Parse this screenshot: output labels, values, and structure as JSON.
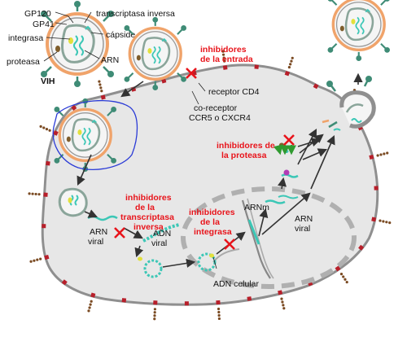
{
  "colors": {
    "cell_fill": "#e7e7e7",
    "cell_border": "#8f8f8f",
    "envelope": "#f0a36a",
    "virus_fill": "#f5f5f5",
    "capsid": "#8aa59a",
    "spike": "#3f8c76",
    "rna": "#3cc7b6",
    "dna": "#cfeede",
    "inhibitor": "#e8141b",
    "x_mark": "#e8141b",
    "receptor": "#b81f2a",
    "receptor_tip": "#7a4a22",
    "integrase_dot": "#e2e03c",
    "protease_dot": "#7f5d2c",
    "arrow": "#333333",
    "endosome_border": "#2b3bd6"
  },
  "virion_legend": {
    "gp120": "GP120",
    "gp41": "GP41",
    "transcriptase": "transcriptasa inversa",
    "integrase": "integrasa",
    "capsid": "cápside",
    "protease": "proteasa",
    "rna": "ARN",
    "virus_name": "VIH"
  },
  "entry": {
    "inhibitor_line1": "inhibidores",
    "inhibitor_line2": "de la entrada",
    "receptor_cd4": "receptor CD4",
    "coreceptor_line1": "co-receptor",
    "coreceptor_line2": "CCR5 o CXCR4"
  },
  "reverse_transcriptase": {
    "inhibitor_line1": "inhibidores",
    "inhibitor_line2": "de la",
    "inhibitor_line3": "transcriptasa",
    "inhibitor_line4": "inversa",
    "viral_rna_line1": "ARN",
    "viral_rna_line2": "viral",
    "viral_dna_line1": "ADN",
    "viral_dna_line2": "viral"
  },
  "integrase": {
    "inhibitor_line1": "inhibidores",
    "inhibitor_line2": "de la",
    "inhibitor_line3": "integrasa",
    "cellular_dna": "ADN celular"
  },
  "nucleus": {
    "mrna": "ARNm",
    "viral_rna_line1": "ARN",
    "viral_rna_line2": "viral"
  },
  "protease": {
    "inhibitor_line1": "inhibidores de",
    "inhibitor_line2": "la proteasa"
  }
}
